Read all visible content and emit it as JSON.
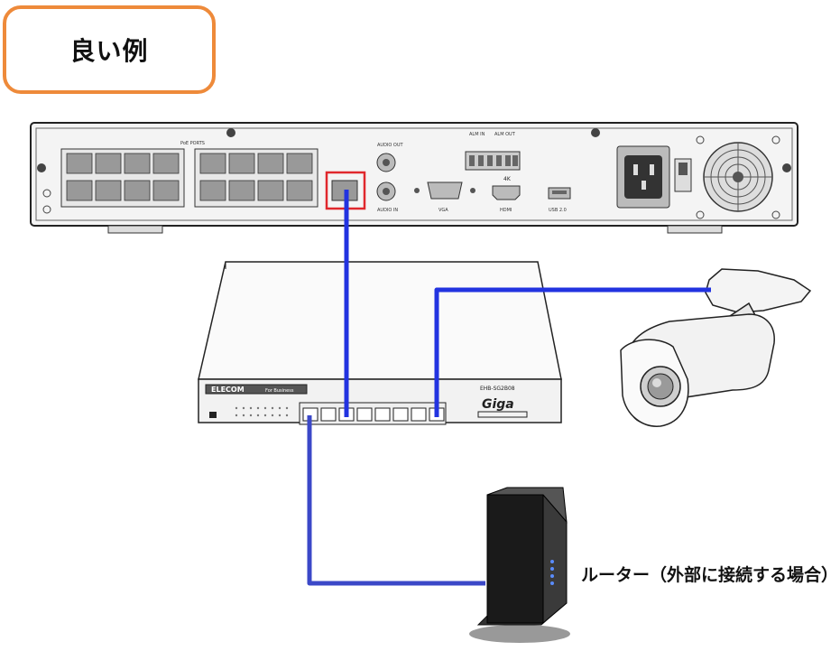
{
  "title": "良い例",
  "router_label": "ルーター（外部に接続する場合）",
  "nvr": {
    "poe_ports_label": "PoE PORTS",
    "audio_out_label": "AUDIO OUT",
    "audio_in_label": "AUDIO IN",
    "vga_label": "VGA",
    "hdmi_label": "HDMI",
    "hdmi_badge": "4K",
    "usb_label": "USB 2.0",
    "alarm_in_label": "ALM IN",
    "alarm_out_label": "ALM OUT"
  },
  "switch": {
    "brand": "ELECOM",
    "series": "For Business",
    "model": "EHB-SG2B08",
    "giga_logo": "Giga"
  },
  "colors": {
    "cable": "#2233e0",
    "cable_router": "#3b48c8",
    "highlight": "#e0282d",
    "title_border": "#ee8a3a"
  }
}
